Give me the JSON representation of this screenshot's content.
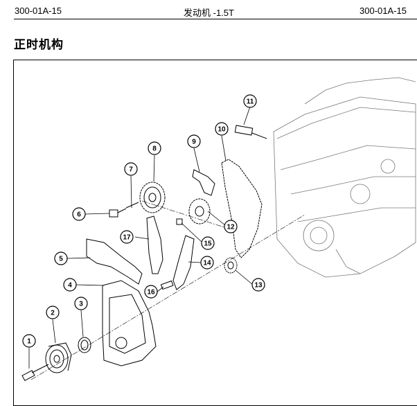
{
  "header": {
    "doc_code_left": "300-01A-15",
    "doc_title": "发动机 -1.5T",
    "doc_code_right": "300-01A-15"
  },
  "section_title": "正时机构",
  "callouts": [
    "1",
    "2",
    "3",
    "4",
    "5",
    "6",
    "7",
    "8",
    "9",
    "10",
    "11",
    "12",
    "13",
    "14",
    "15",
    "16",
    "17"
  ]
}
